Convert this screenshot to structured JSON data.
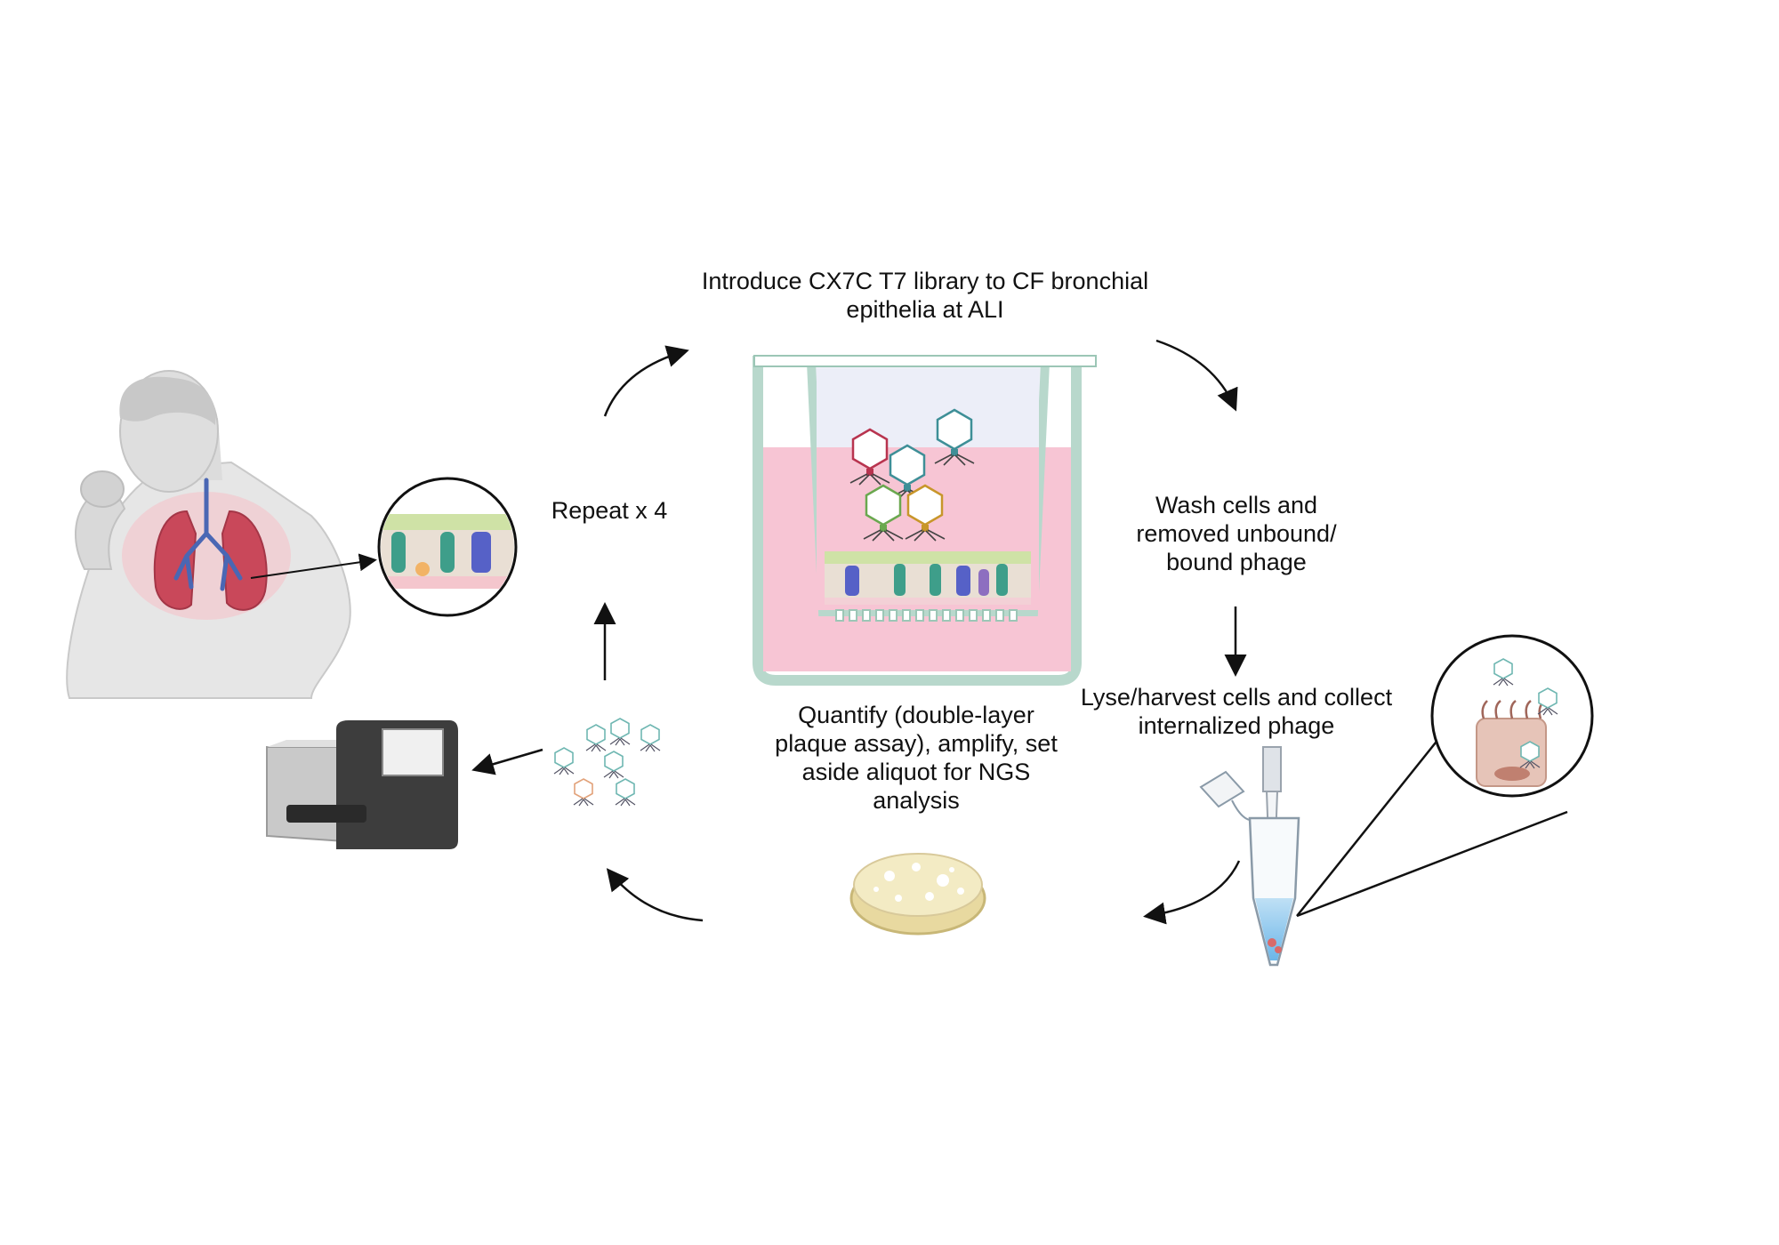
{
  "labels": {
    "step_introduce": [
      "Introduce CX7C T7 library to CF bronchial",
      "epithelia at ALI"
    ],
    "step_wash": [
      "Wash cells and",
      "removed unbound/",
      "bound phage"
    ],
    "step_lyse": [
      "Lyse/harvest cells and collect",
      "internalized phage"
    ],
    "step_quantify": [
      "Quantify (double-layer",
      "plaque assay), amplify, set",
      "aside aliquot for NGS",
      "analysis"
    ],
    "repeat": "Repeat x 4"
  },
  "colors": {
    "phage_red": "#b8344f",
    "phage_teal": "#3e8f97",
    "phage_green": "#6aa84f",
    "phage_orange": "#c8962a",
    "phage_light": "#6fb7b2",
    "media_pink": "#f7c5d4",
    "lung_red": "#c9485a",
    "petri_yellow": "#e8d9a0",
    "sequencer_dark": "#3d3d3d"
  },
  "icons": [
    "coughing-patient-icon",
    "lungs-icon",
    "epithelium-magnifier-icon",
    "transwell-insert-icon",
    "phage-icon",
    "microcentrifuge-tube-icon",
    "internalized-cell-magnifier-icon",
    "petri-dish-icon",
    "ngs-sequencer-icon"
  ]
}
